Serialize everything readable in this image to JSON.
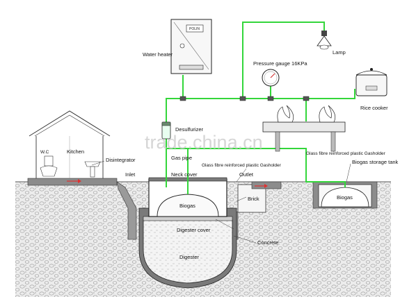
{
  "labels": {
    "water_heater": "Water heater",
    "heater_brand": "POLIN",
    "lamp": "Lamp",
    "pressure_gauge": "Pressure gauge 16KPa",
    "rice_cooker": "Rice cooker",
    "desulfurizer": "Desulfurizer",
    "gas_pipe": "Gas pipe",
    "kitchen": "Kitchen",
    "kitchen_prefix": "W.C",
    "disintegrator": "Disintegrator",
    "inlet": "Inlet",
    "neck_cover": "Neck cover",
    "outlet": "Outlet",
    "gasholder_main": "Glass fibre reinforced plastic Gasholder",
    "gasholder_storage": "Glass fibre reinforced plastic Gasholder",
    "biogas_storage_tank": "Biogas storage tank",
    "biogas_dome": "Biogas",
    "biogas_tank": "Biogas",
    "brick": "Brick",
    "digester_cover": "Digester cover",
    "concrete": "Concrete",
    "digester": "Digester"
  },
  "watermark": "trade.china.cn",
  "colors": {
    "gas_pipe": "#33d63a",
    "outline": "#1a1a1a",
    "soil": "#e9e9e9",
    "wall": "#6a6a6a",
    "flow_arrow": "#e03030"
  }
}
